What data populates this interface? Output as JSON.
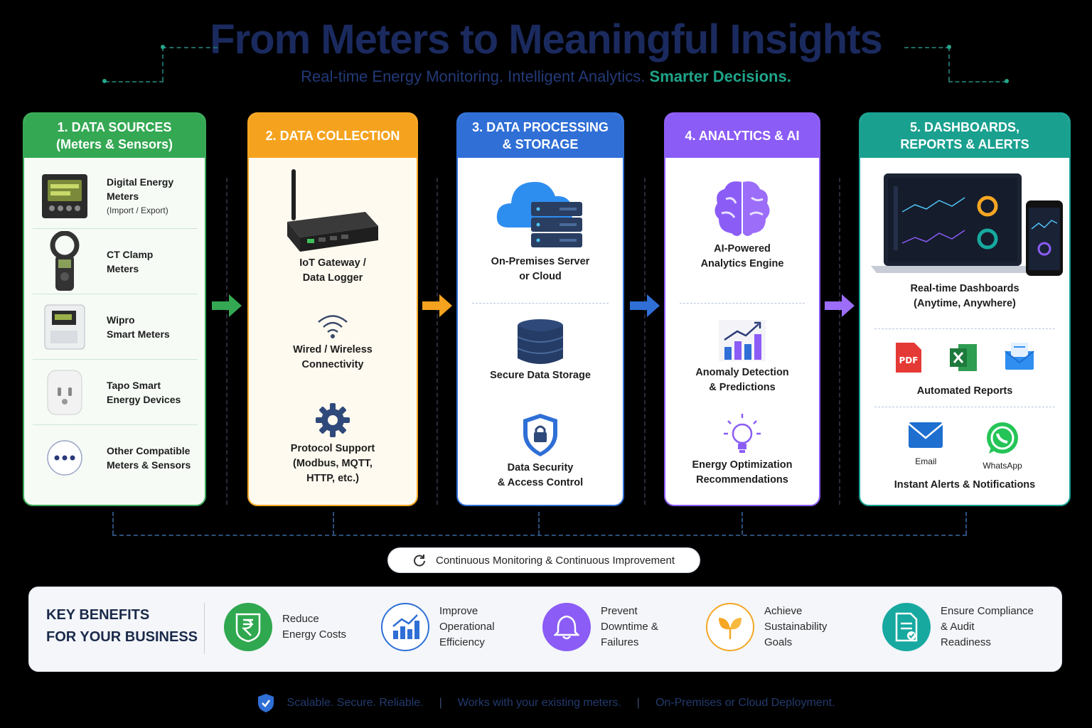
{
  "header": {
    "title": "From Meters to Meaningful Insights",
    "subtitle_main": "Real-time Energy Monitoring. Intelligent Analytics.",
    "subtitle_accent": "Smarter Decisions."
  },
  "columns": {
    "sources": {
      "title_line1": "1. DATA SOURCES",
      "title_line2": "(Meters & Sensors)",
      "items": [
        {
          "line1": "Digital Energy",
          "line2": "Meters",
          "sub": "(Import / Export)"
        },
        {
          "line1": "CT Clamp",
          "line2": "Meters",
          "sub": ""
        },
        {
          "line1": "Wipro",
          "line2": "Smart Meters",
          "sub": ""
        },
        {
          "line1": "Tapo Smart",
          "line2": "Energy Devices",
          "sub": ""
        },
        {
          "line1": "Other Compatible",
          "line2": "Meters & Sensors",
          "sub": ""
        }
      ]
    },
    "collection": {
      "title": "2. DATA COLLECTION",
      "gateway": {
        "line1": "IoT Gateway /",
        "line2": "Data Logger"
      },
      "connectivity": {
        "line1": "Wired / Wireless",
        "line2": "Connectivity"
      },
      "protocol": {
        "line1": "Protocol Support",
        "line2": "(Modbus, MQTT,",
        "line3": "HTTP, etc.)"
      }
    },
    "processing": {
      "title_line1": "3. DATA PROCESSING",
      "title_line2": "& STORAGE",
      "server": {
        "line1": "On-Premises Server",
        "line2": "or Cloud"
      },
      "storage": {
        "line1": "Secure Data Storage"
      },
      "security": {
        "line1": "Data Security",
        "line2": "& Access Control"
      }
    },
    "analytics": {
      "title": "4. ANALYTICS & AI",
      "engine": {
        "line1": "AI-Powered",
        "line2": "Analytics Engine"
      },
      "anomaly": {
        "line1": "Anomaly Detection",
        "line2": "& Predictions"
      },
      "optimization": {
        "line1": "Energy Optimization",
        "line2": "Recommendations"
      }
    },
    "dashboards": {
      "title_line1": "5. DASHBOARDS,",
      "title_line2": "REPORTS & ALERTS",
      "realtime": {
        "line1": "Real-time Dashboards",
        "line2": "(Anytime, Anywhere)"
      },
      "reports_label": "Automated Reports",
      "pdf_label": "PDF",
      "email_label": "Email",
      "whatsapp_label": "WhatsApp",
      "alerts_label": "Instant Alerts & Notifications"
    }
  },
  "feedback": {
    "label": "Continuous Monitoring & Continuous Improvement"
  },
  "benefits": {
    "title_line1": "KEY BENEFITS",
    "title_line2": "FOR YOUR BUSINESS",
    "items": [
      {
        "line1": "Reduce",
        "line2": "Energy Costs",
        "line3": "",
        "color": "#2fa84f"
      },
      {
        "line1": "Improve",
        "line2": "Operational",
        "line3": "Efficiency",
        "color": "#2f6fd6"
      },
      {
        "line1": "Prevent",
        "line2": "Downtime &",
        "line3": "Failures",
        "color": "#8b5cf6"
      },
      {
        "line1": "Achieve",
        "line2": "Sustainability",
        "line3": "Goals",
        "color": "#f5a623"
      },
      {
        "line1": "Ensure Compliance",
        "line2": "& Audit",
        "line3": "Readiness",
        "color": "#17a9a0"
      }
    ]
  },
  "footer": {
    "part1": "Scalable. Secure. Reliable.",
    "part2": "Works with your existing meters.",
    "part3": "On-Premises or Cloud Deployment."
  }
}
